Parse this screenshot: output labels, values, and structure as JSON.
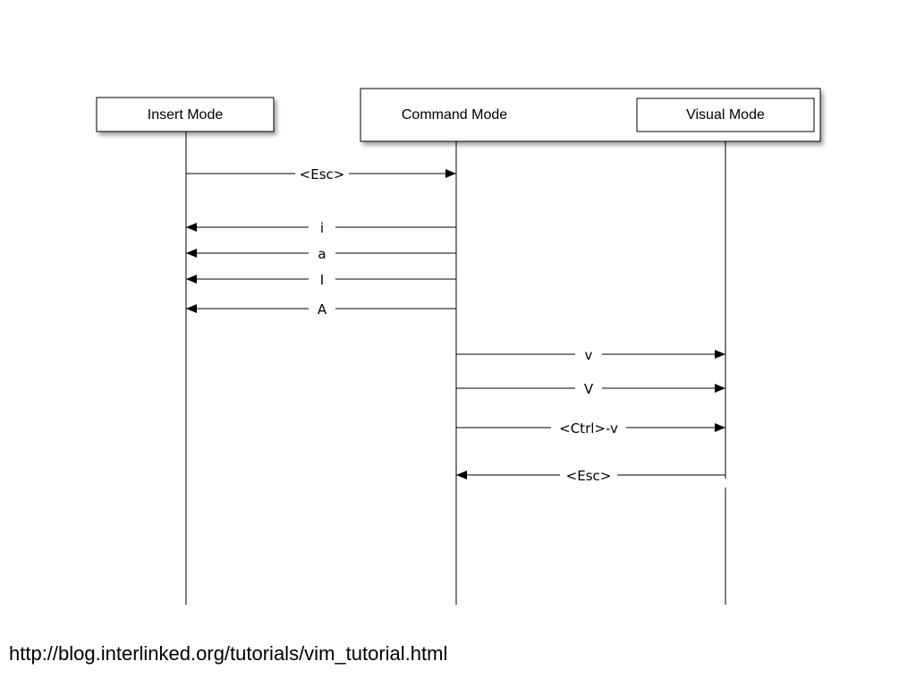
{
  "participants": [
    {
      "id": "insert",
      "label": "Insert Mode"
    },
    {
      "id": "command",
      "label": "Command Mode"
    },
    {
      "id": "visual",
      "label": "Visual Mode"
    }
  ],
  "messages": [
    {
      "from": "insert",
      "to": "command",
      "label": "<Esc>"
    },
    {
      "from": "command",
      "to": "insert",
      "label": "i"
    },
    {
      "from": "command",
      "to": "insert",
      "label": "a"
    },
    {
      "from": "command",
      "to": "insert",
      "label": "I"
    },
    {
      "from": "command",
      "to": "insert",
      "label": "A"
    },
    {
      "from": "command",
      "to": "visual",
      "label": "v"
    },
    {
      "from": "command",
      "to": "visual",
      "label": "V"
    },
    {
      "from": "command",
      "to": "visual",
      "label": "<Ctrl>-v"
    },
    {
      "from": "visual",
      "to": "command",
      "label": "<Esc>"
    }
  ],
  "source_url": "http://blog.interlinked.org/tutorials/vim_tutorial.html"
}
